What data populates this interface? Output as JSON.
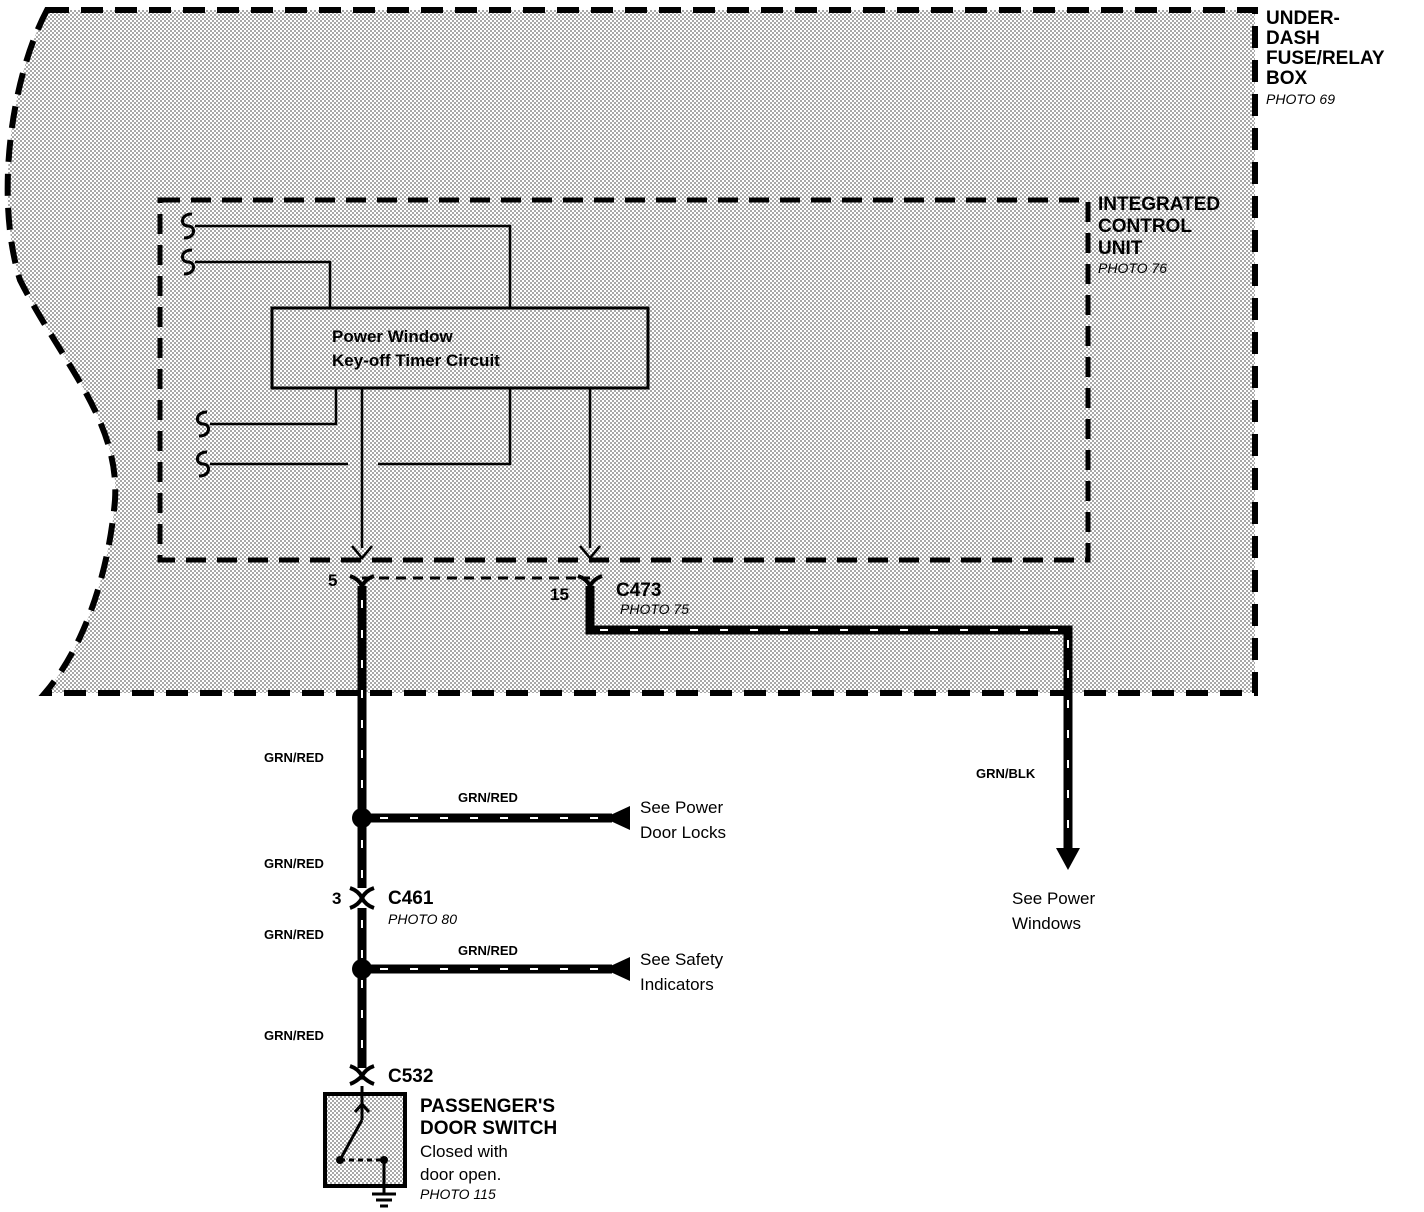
{
  "fuse_box": {
    "title_lines": [
      "UNDER-",
      "DASH",
      "FUSE/RELAY",
      "BOX"
    ],
    "photo": "PHOTO 69"
  },
  "control_unit": {
    "title_lines": [
      "INTEGRATED",
      "CONTROL",
      "UNIT"
    ],
    "photo": "PHOTO 76"
  },
  "timer_circuit": {
    "label_lines": [
      "Power Window",
      "Key-off Timer Circuit"
    ]
  },
  "connectors": {
    "c473": {
      "name": "C473",
      "photo": "PHOTO 75",
      "pin_left": "5",
      "pin_right": "15"
    },
    "c461": {
      "name": "C461",
      "photo": "PHOTO 80",
      "pin": "3"
    },
    "c532": {
      "name": "C532"
    }
  },
  "wires": {
    "grn_red_1": "GRN/RED",
    "grn_red_branch_1": "GRN/RED",
    "grn_red_2": "GRN/RED",
    "grn_red_3": "GRN/RED",
    "grn_red_branch_2": "GRN/RED",
    "grn_red_4": "GRN/RED",
    "grn_blk": "GRN/BLK"
  },
  "references": {
    "door_locks": [
      "See Power",
      "Door Locks"
    ],
    "safety_indicators": [
      "See Safety",
      "Indicators"
    ],
    "power_windows": [
      "See Power",
      "Windows"
    ]
  },
  "door_switch": {
    "title_lines": [
      "PASSENGER'S",
      "DOOR SWITCH"
    ],
    "note_lines": [
      "Closed with",
      "door open."
    ],
    "photo": "PHOTO 115"
  },
  "colors": {
    "ink": "#000000",
    "stipple": "#a8a8a8",
    "paper": "#ffffff"
  }
}
